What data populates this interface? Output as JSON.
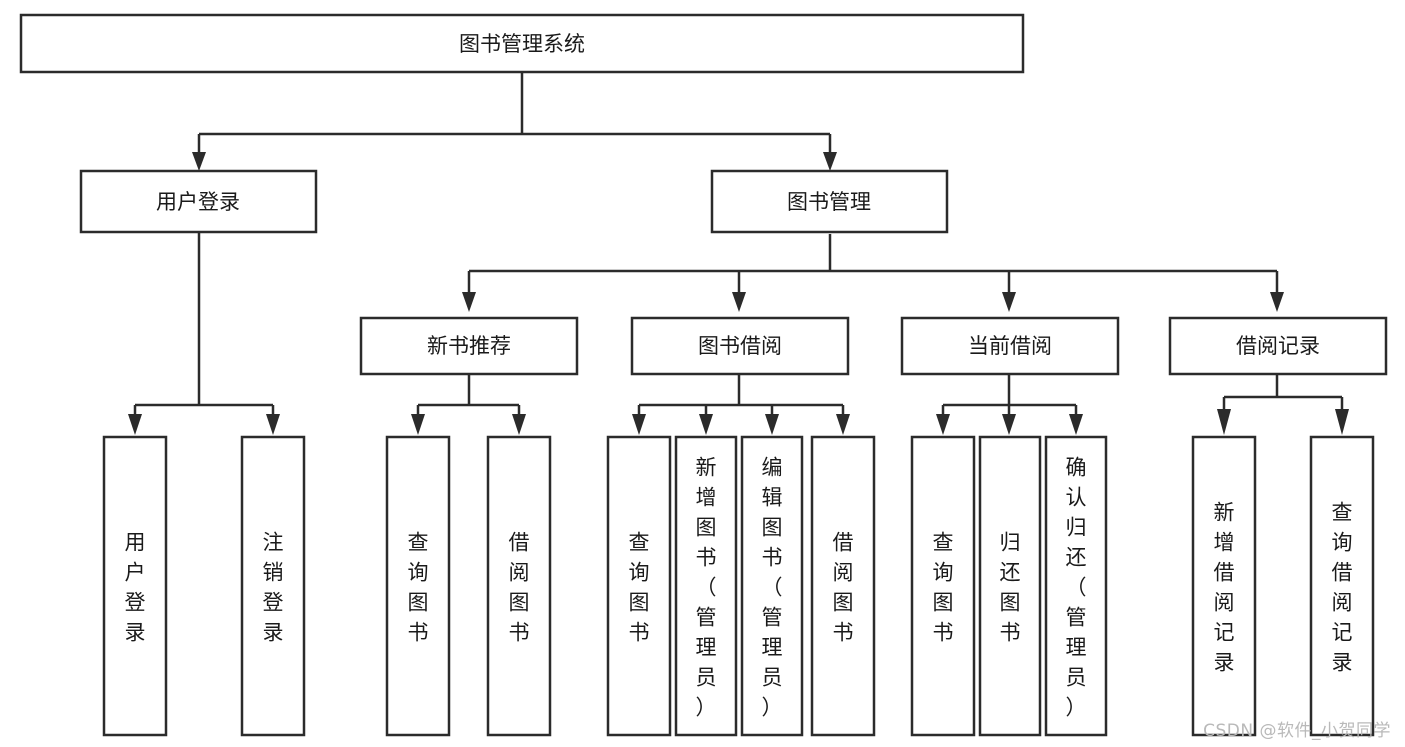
{
  "diagram": {
    "type": "tree-hierarchy",
    "title": "图书管理系统",
    "watermark": "CSDN @软件_小贺同学",
    "colors": {
      "stroke": "#2b2b2b",
      "box_fill": "#ffffff",
      "text": "#1a1a1a",
      "background": "#ffffff",
      "watermark": "#b9b9b9"
    },
    "levels": {
      "root": {
        "label": "图书管理系统",
        "orientation": "horizontal"
      },
      "level2": [
        {
          "label": "用户登录",
          "orientation": "horizontal"
        },
        {
          "label": "图书管理",
          "orientation": "horizontal"
        }
      ],
      "level3": [
        {
          "label": "新书推荐",
          "orientation": "horizontal",
          "parent": "图书管理"
        },
        {
          "label": "图书借阅",
          "orientation": "horizontal",
          "parent": "图书管理"
        },
        {
          "label": "当前借阅",
          "orientation": "horizontal",
          "parent": "图书管理"
        },
        {
          "label": "借阅记录",
          "orientation": "horizontal",
          "parent": "图书管理"
        }
      ],
      "leaves": [
        {
          "label": "用户登录",
          "orientation": "vertical",
          "parent": "用户登录",
          "chars": [
            "用",
            "户",
            "登",
            "录"
          ]
        },
        {
          "label": "注销登录",
          "orientation": "vertical",
          "parent": "用户登录",
          "chars": [
            "注",
            "销",
            "登",
            "录"
          ]
        },
        {
          "label": "查询图书",
          "orientation": "vertical",
          "parent": "新书推荐",
          "chars": [
            "查",
            "询",
            "图",
            "书"
          ]
        },
        {
          "label": "借阅图书",
          "orientation": "vertical",
          "parent": "新书推荐",
          "chars": [
            "借",
            "阅",
            "图",
            "书"
          ]
        },
        {
          "label": "查询图书",
          "orientation": "vertical",
          "parent": "图书借阅",
          "chars": [
            "查",
            "询",
            "图",
            "书"
          ]
        },
        {
          "label": "新增图书（管理员）",
          "orientation": "vertical",
          "parent": "图书借阅",
          "chars": [
            "新",
            "增",
            "图",
            "书",
            "（",
            "管",
            "理",
            "员",
            "）"
          ]
        },
        {
          "label": "编辑图书（管理员）",
          "orientation": "vertical",
          "parent": "图书借阅",
          "chars": [
            "编",
            "辑",
            "图",
            "书",
            "（",
            "管",
            "理",
            "员",
            "）"
          ]
        },
        {
          "label": "借阅图书",
          "orientation": "vertical",
          "parent": "图书借阅",
          "chars": [
            "借",
            "阅",
            "图",
            "书"
          ]
        },
        {
          "label": "查询图书",
          "orientation": "vertical",
          "parent": "当前借阅",
          "chars": [
            "查",
            "询",
            "图",
            "书"
          ]
        },
        {
          "label": "归还图书",
          "orientation": "vertical",
          "parent": "当前借阅",
          "chars": [
            "归",
            "还",
            "图",
            "书"
          ]
        },
        {
          "label": "确认归还（管理员）",
          "orientation": "vertical",
          "parent": "当前借阅",
          "chars": [
            "确",
            "认",
            "归",
            "还",
            "（",
            "管",
            "理",
            "员",
            "）"
          ]
        },
        {
          "label": "新增借阅记录",
          "orientation": "vertical",
          "parent": "借阅记录",
          "chars": [
            "新",
            "增",
            "借",
            "阅",
            "记",
            "录"
          ]
        },
        {
          "label": "查询借阅记录",
          "orientation": "vertical",
          "parent": "借阅记录",
          "chars": [
            "查",
            "询",
            "借",
            "阅",
            "记",
            "录"
          ]
        }
      ]
    }
  }
}
